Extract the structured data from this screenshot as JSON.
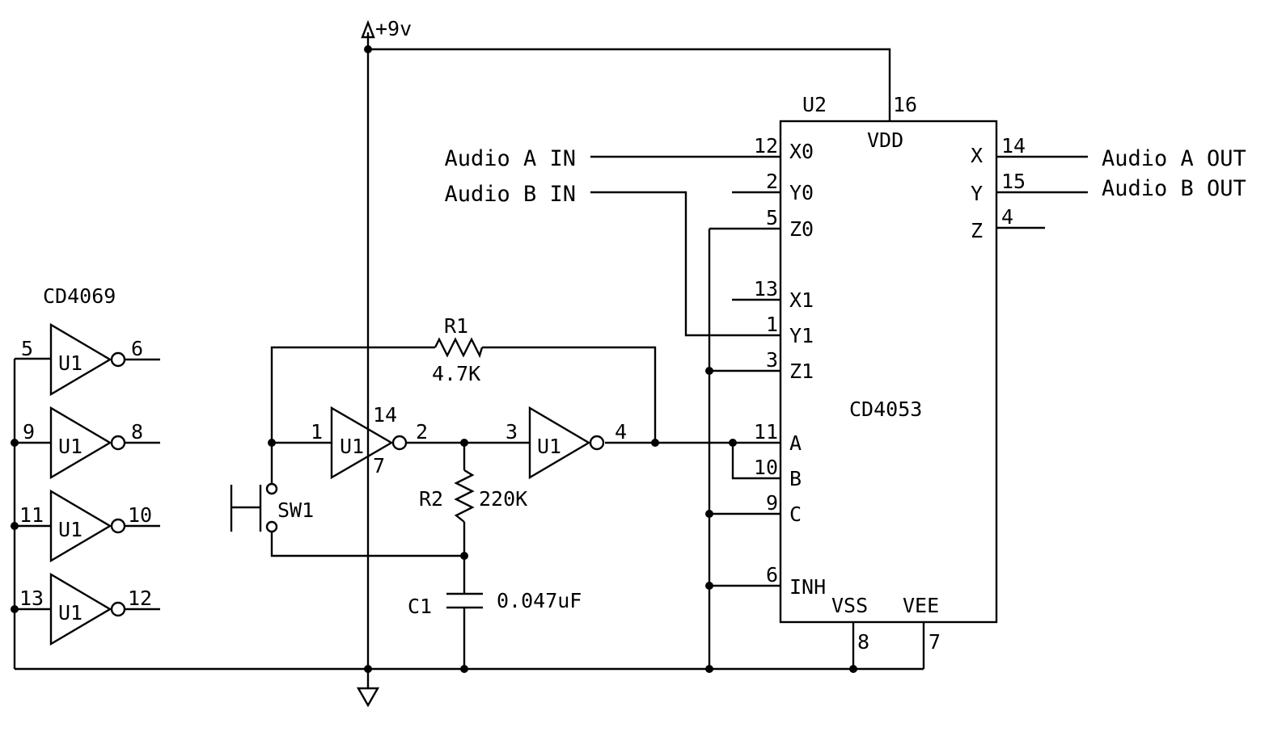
{
  "power": {
    "vcc_label": "+9v"
  },
  "inverters_block": {
    "part_label": "CD4069",
    "gates": [
      {
        "ref": "U1",
        "in_pin": "5",
        "out_pin": "6"
      },
      {
        "ref": "U1",
        "in_pin": "9",
        "out_pin": "8"
      },
      {
        "ref": "U1",
        "in_pin": "11",
        "out_pin": "10"
      },
      {
        "ref": "U1",
        "in_pin": "13",
        "out_pin": "12"
      }
    ]
  },
  "oscillator": {
    "gate1": {
      "ref": "U1",
      "in_pin": "1",
      "out_pin": "2",
      "vdd_pin": "14",
      "vss_pin": "7"
    },
    "gate2": {
      "ref": "U1",
      "in_pin": "3",
      "out_pin": "4"
    },
    "r1": {
      "ref": "R1",
      "value": "4.7K"
    },
    "r2": {
      "ref": "R2",
      "value": "220K"
    },
    "c1": {
      "ref": "C1",
      "value": "0.047uF"
    },
    "sw1": {
      "ref": "SW1"
    }
  },
  "mux": {
    "ref": "U2",
    "part": "CD4053",
    "vdd": {
      "name": "VDD",
      "pin": "16"
    },
    "vss": {
      "name": "VSS",
      "pin": "8"
    },
    "vee": {
      "name": "VEE",
      "pin": "7"
    },
    "inputs": [
      {
        "pin": "12",
        "name": "X0"
      },
      {
        "pin": "2",
        "name": "Y0"
      },
      {
        "pin": "5",
        "name": "Z0"
      },
      {
        "pin": "13",
        "name": "X1"
      },
      {
        "pin": "1",
        "name": "Y1"
      },
      {
        "pin": "3",
        "name": "Z1"
      },
      {
        "pin": "11",
        "name": "A"
      },
      {
        "pin": "10",
        "name": "B"
      },
      {
        "pin": "9",
        "name": "C"
      },
      {
        "pin": "6",
        "name": "INH"
      }
    ],
    "outputs": [
      {
        "pin": "14",
        "name": "X"
      },
      {
        "pin": "15",
        "name": "Y"
      },
      {
        "pin": "4",
        "name": "Z"
      }
    ]
  },
  "signals": {
    "audio_a_in": "Audio A IN",
    "audio_b_in": "Audio B IN",
    "audio_a_out": "Audio A OUT",
    "audio_b_out": "Audio B OUT"
  }
}
